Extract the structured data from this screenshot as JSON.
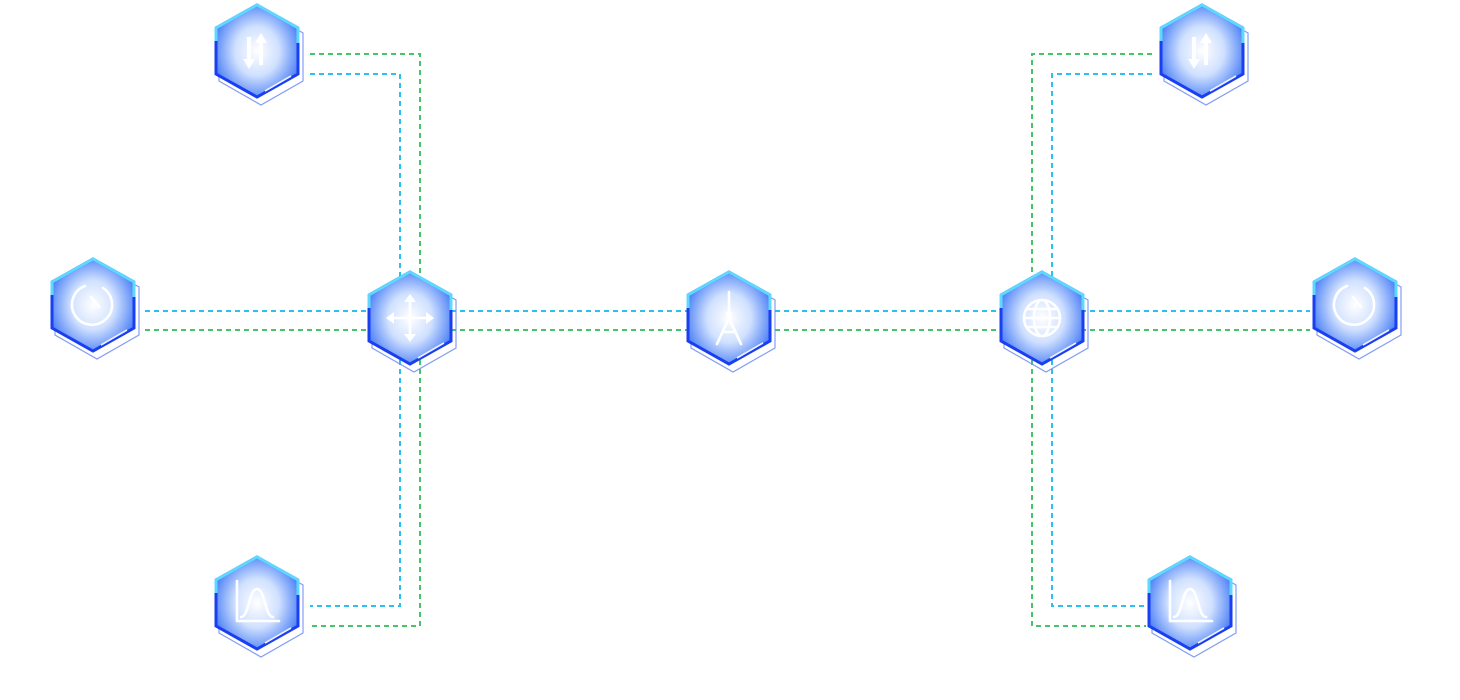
{
  "colors": {
    "link_primary": "#2bc0f0",
    "link_secondary": "#45c46a",
    "node_edge": "#1a3ff0",
    "node_highlight": "#5fd8ff"
  },
  "nodes": [
    {
      "id": "tl-transfer",
      "icon": "arrows-up-down-icon"
    },
    {
      "id": "l-timer",
      "icon": "timer-icon"
    },
    {
      "id": "bl-chart",
      "icon": "bell-curve-icon"
    },
    {
      "id": "left-hub",
      "icon": "move-arrows-icon"
    },
    {
      "id": "center-tower",
      "icon": "tower-icon"
    },
    {
      "id": "right-hub",
      "icon": "globe-icon"
    },
    {
      "id": "tr-transfer",
      "icon": "arrows-up-down-icon"
    },
    {
      "id": "r-timer",
      "icon": "timer-icon"
    },
    {
      "id": "br-chart",
      "icon": "bell-curve-icon"
    }
  ]
}
